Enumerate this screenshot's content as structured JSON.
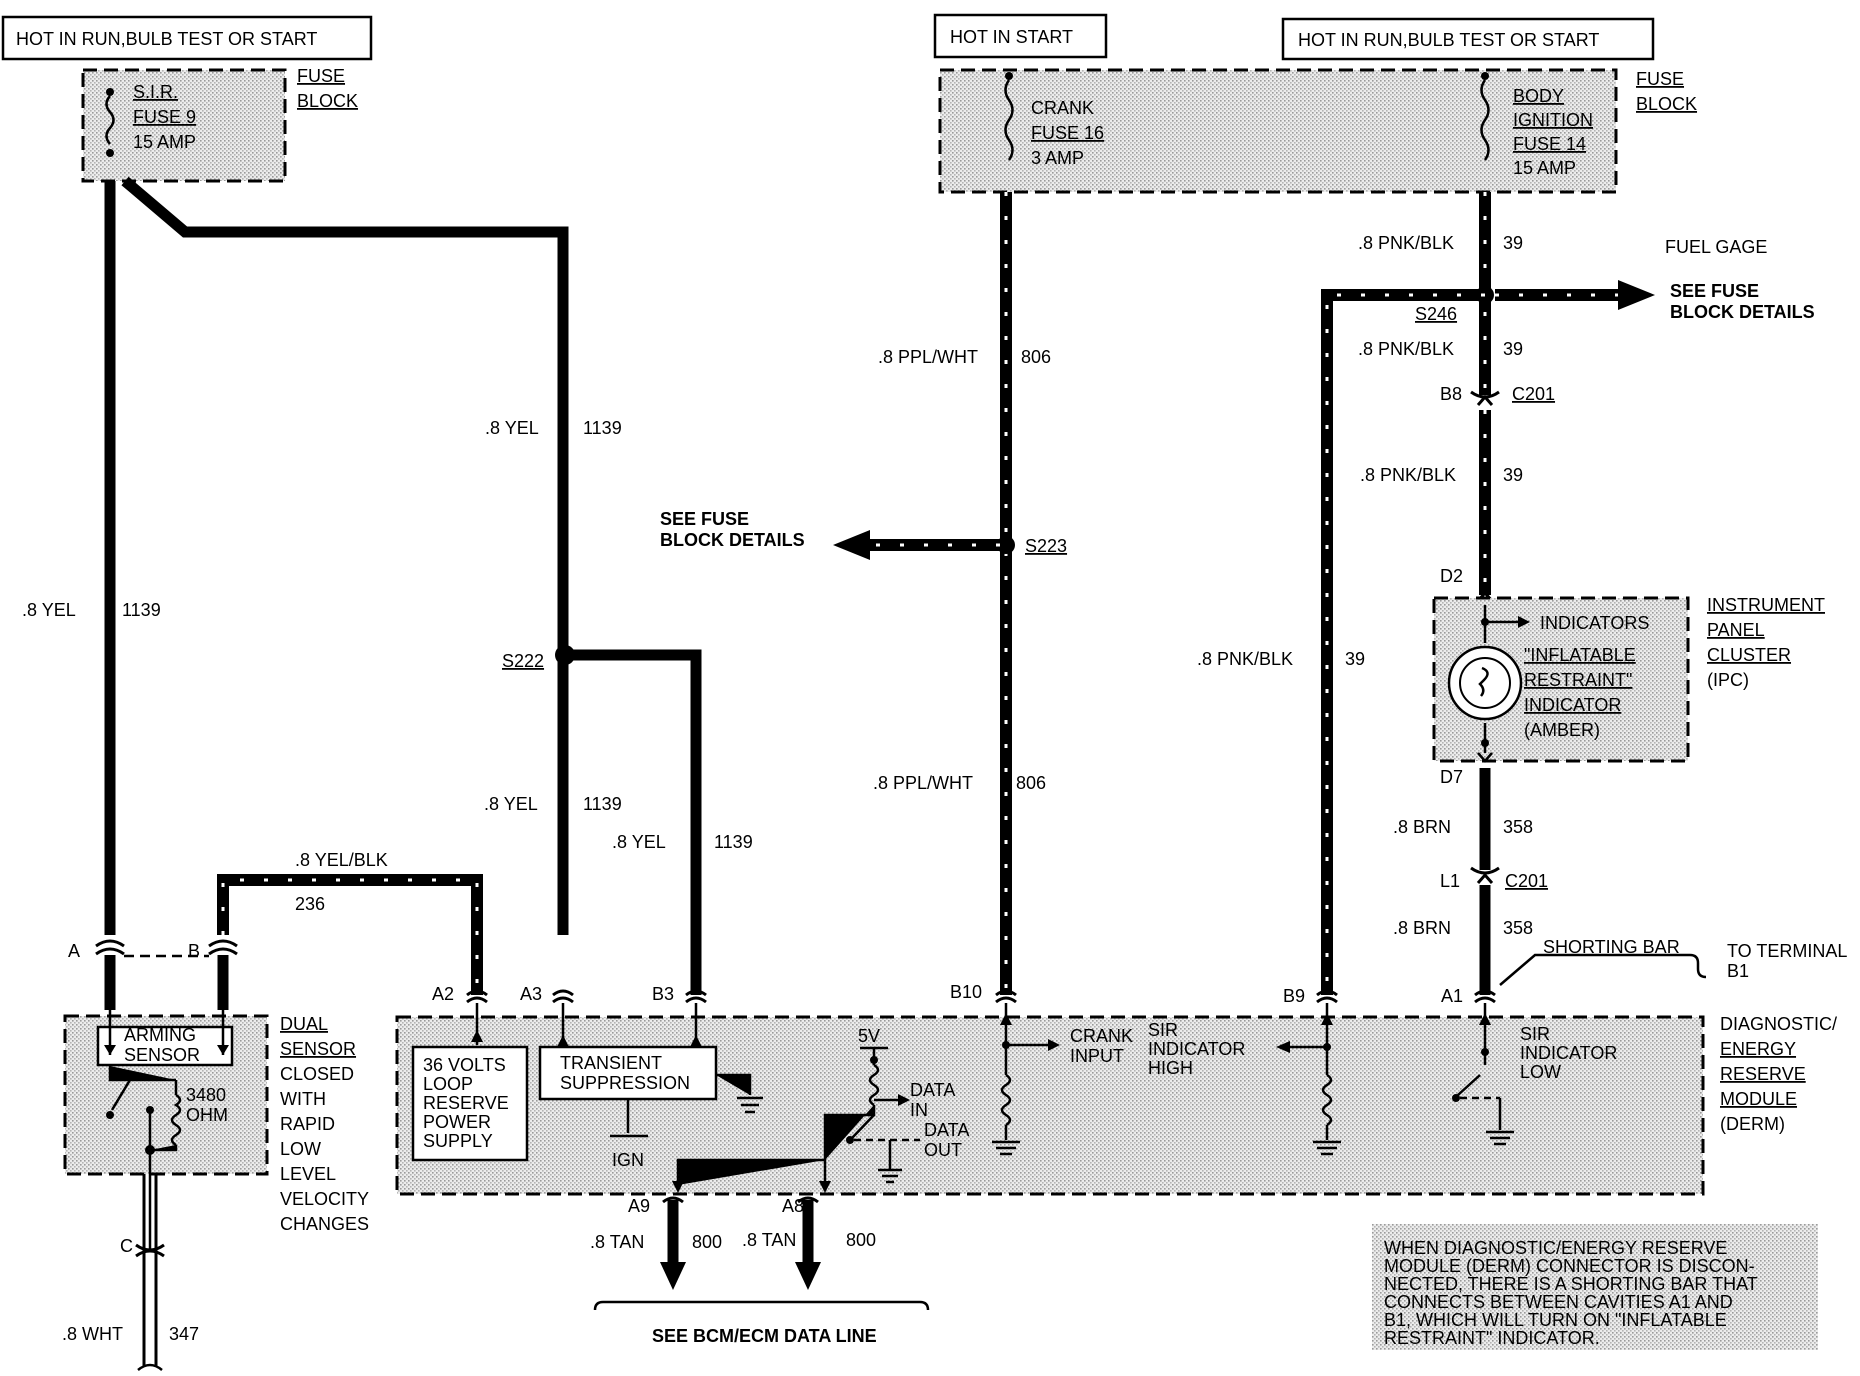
{
  "power": {
    "left_header": "HOT IN RUN,BULB TEST OR START",
    "mid_header": "HOT IN START",
    "right_header": "HOT IN RUN,BULB TEST OR START"
  },
  "fuse_block_label": [
    "FUSE",
    "BLOCK"
  ],
  "fuses": {
    "sir": [
      "S.I.R.",
      "FUSE 9",
      "15 AMP"
    ],
    "crank": [
      "CRANK",
      "FUSE 16",
      "3 AMP"
    ],
    "body": [
      "BODY",
      "IGNITION",
      "FUSE 14",
      "15 AMP"
    ]
  },
  "wires": {
    "yel_left": {
      "color": ".8 YEL",
      "circuit": "1139"
    },
    "yel_mid_top": {
      "color": ".8 YEL",
      "circuit": "1139"
    },
    "yel_mid_bot": {
      "color": ".8 YEL",
      "circuit": "1139"
    },
    "yel_b3": {
      "color": ".8 YEL",
      "circuit": "1139"
    },
    "yel_blk": {
      "color": ".8 YEL/BLK",
      "circuit": "236"
    },
    "ppl_top": {
      "color": ".8 PPL/WHT",
      "circuit": "806"
    },
    "ppl_bot": {
      "color": ".8 PPL/WHT",
      "circuit": "806"
    },
    "pnk_1": {
      "color": ".8 PNK/BLK",
      "circuit": "39"
    },
    "pnk_2": {
      "color": ".8 PNK/BLK",
      "circuit": "39"
    },
    "pnk_3": {
      "color": ".8 PNK/BLK",
      "circuit": "39"
    },
    "pnk_left": {
      "color": ".8 PNK/BLK",
      "circuit": "39"
    },
    "brn_1": {
      "color": ".8 BRN",
      "circuit": "358"
    },
    "brn_2": {
      "color": ".8 BRN",
      "circuit": "358"
    },
    "tan_a9": {
      "color": ".8 TAN",
      "circuit": "800"
    },
    "tan_a8": {
      "color": ".8 TAN",
      "circuit": "800"
    },
    "wht": {
      "color": ".8 WHT",
      "circuit": "347"
    }
  },
  "splices": {
    "s222": "S222",
    "s223": "S223",
    "s246": "S246"
  },
  "connectors": {
    "c201_top": "C201",
    "c201_bot": "C201",
    "b8": "B8",
    "d2": "D2",
    "d7": "D7",
    "l1": "L1",
    "a": "A",
    "b": "B",
    "c": "C",
    "a2": "A2",
    "a3": "A3",
    "b3": "B3",
    "b10": "B10",
    "b9": "B9",
    "a1": "A1",
    "a9": "A9",
    "a8": "A8"
  },
  "refs": {
    "fuel_gage": "FUEL GAGE",
    "see_fuse_right": [
      "SEE FUSE",
      "BLOCK DETAILS"
    ],
    "see_fuse_left": [
      "SEE FUSE",
      "BLOCK DETAILS"
    ],
    "bcm": "SEE BCM/ECM DATA LINE",
    "shorting_bar": "SHORTING BAR",
    "to_terminal": [
      "TO TERMINAL",
      "B1"
    ]
  },
  "ipc": {
    "label": [
      "INSTRUMENT",
      "PANEL",
      "CLUSTER",
      "(IPC)"
    ],
    "indicators": "INDICATORS",
    "lamp": [
      "\"INFLATABLE",
      "RESTRAINT\"",
      "INDICATOR",
      "(AMBER)"
    ]
  },
  "dual_sensor": {
    "inner": [
      "ARMING",
      "SENSOR"
    ],
    "resistor": [
      "3480",
      "OHM"
    ],
    "label": [
      "DUAL",
      "SENSOR",
      "CLOSED",
      "WITH",
      "RAPID",
      "LOW",
      "LEVEL",
      "VELOCITY",
      "CHANGES"
    ]
  },
  "derm": {
    "label": [
      "DIAGNOSTIC/",
      "ENERGY",
      "RESERVE",
      "MODULE",
      "(DERM)"
    ],
    "reserve": [
      "36 VOLTS",
      "LOOP",
      "RESERVE",
      "POWER",
      "SUPPLY"
    ],
    "transient": [
      "TRANSIENT",
      "SUPPRESSION"
    ],
    "ign": "IGN",
    "v5": "5V",
    "data_in": [
      "DATA",
      "IN"
    ],
    "data_out": [
      "DATA",
      "OUT"
    ],
    "crank_input": [
      "CRANK",
      "INPUT"
    ],
    "sir_high": [
      "SIR",
      "INDICATOR",
      "HIGH"
    ],
    "sir_low": [
      "SIR",
      "INDICATOR",
      "LOW"
    ]
  },
  "note": [
    "WHEN DIAGNOSTIC/ENERGY RESERVE",
    "MODULE (DERM) CONNECTOR IS DISCON-",
    "NECTED, THERE IS A SHORTING BAR THAT",
    "CONNECTS BETWEEN CAVITIES A1 AND",
    "B1, WHICH WILL TURN ON \"INFLATABLE",
    "RESTRAINT\" INDICATOR."
  ]
}
